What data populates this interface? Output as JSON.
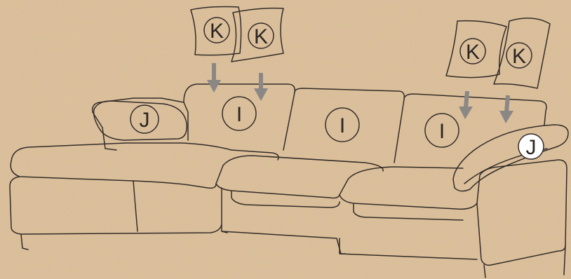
{
  "diagram": {
    "background_color": "#dcc09c",
    "line_color": "#332c28",
    "arrow_color": "#8a8784",
    "labels": {
      "k_pillow_1": "K",
      "k_pillow_2": "K",
      "k_pillow_3": "K",
      "k_pillow_4": "K",
      "back_cushion_left": "I",
      "back_cushion_middle": "I",
      "back_cushion_right": "I",
      "bolster_left": "J",
      "bolster_right": "J"
    }
  }
}
